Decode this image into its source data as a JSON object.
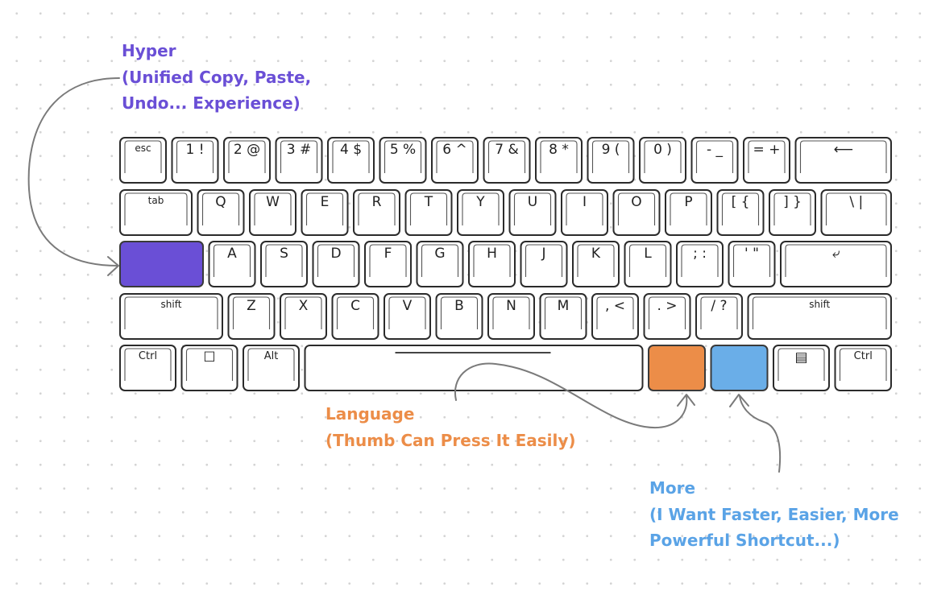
{
  "keyboard": {
    "rows": [
      [
        {
          "id": "esc",
          "label": "esc"
        },
        {
          "id": "1",
          "label": "1 !"
        },
        {
          "id": "2",
          "label": "2 @"
        },
        {
          "id": "3",
          "label": "3 #"
        },
        {
          "id": "4",
          "label": "4 $"
        },
        {
          "id": "5",
          "label": "5 %"
        },
        {
          "id": "6",
          "label": "6 ^"
        },
        {
          "id": "7",
          "label": "7 &"
        },
        {
          "id": "8",
          "label": "8 *"
        },
        {
          "id": "9",
          "label": "9 ("
        },
        {
          "id": "0",
          "label": "0 )"
        },
        {
          "id": "minus",
          "label": "- _"
        },
        {
          "id": "equals",
          "label": "= +"
        },
        {
          "id": "backspace",
          "label": "⟵"
        }
      ],
      [
        {
          "id": "tab",
          "label": "tab"
        },
        {
          "id": "q",
          "label": "Q"
        },
        {
          "id": "w",
          "label": "W"
        },
        {
          "id": "e",
          "label": "E"
        },
        {
          "id": "r",
          "label": "R"
        },
        {
          "id": "t",
          "label": "T"
        },
        {
          "id": "y",
          "label": "Y"
        },
        {
          "id": "u",
          "label": "U"
        },
        {
          "id": "i",
          "label": "I"
        },
        {
          "id": "o",
          "label": "O"
        },
        {
          "id": "p",
          "label": "P"
        },
        {
          "id": "lbracket",
          "label": "[ {"
        },
        {
          "id": "rbracket",
          "label": "] }"
        },
        {
          "id": "backslash",
          "label": "\\ |"
        }
      ],
      [
        {
          "id": "hyper",
          "label": "",
          "highlight": "hyper"
        },
        {
          "id": "a",
          "label": "A"
        },
        {
          "id": "s",
          "label": "S"
        },
        {
          "id": "d",
          "label": "D"
        },
        {
          "id": "f",
          "label": "F"
        },
        {
          "id": "g",
          "label": "G"
        },
        {
          "id": "h",
          "label": "H"
        },
        {
          "id": "j",
          "label": "J"
        },
        {
          "id": "k",
          "label": "K"
        },
        {
          "id": "l",
          "label": "L"
        },
        {
          "id": "semicolon",
          "label": "; :"
        },
        {
          "id": "quote",
          "label": "' \""
        },
        {
          "id": "enter",
          "label": "⤶"
        }
      ],
      [
        {
          "id": "lshift",
          "label": "shift"
        },
        {
          "id": "z",
          "label": "Z"
        },
        {
          "id": "x",
          "label": "X"
        },
        {
          "id": "c",
          "label": "C"
        },
        {
          "id": "v",
          "label": "V"
        },
        {
          "id": "b",
          "label": "B"
        },
        {
          "id": "n",
          "label": "N"
        },
        {
          "id": "m",
          "label": "M"
        },
        {
          "id": "comma",
          "label": ", <"
        },
        {
          "id": "period",
          "label": ". >"
        },
        {
          "id": "slash",
          "label": "/ ?"
        },
        {
          "id": "rshift",
          "label": "shift"
        }
      ],
      [
        {
          "id": "lctrl",
          "label": "Ctrl"
        },
        {
          "id": "win",
          "label": "☐"
        },
        {
          "id": "alt",
          "label": "Alt"
        },
        {
          "id": "space",
          "label": ""
        },
        {
          "id": "language",
          "label": "",
          "highlight": "language"
        },
        {
          "id": "more",
          "label": "",
          "highlight": "more"
        },
        {
          "id": "menu",
          "label": "▤"
        },
        {
          "id": "rctrl",
          "label": "Ctrl"
        }
      ]
    ]
  },
  "annotations": {
    "hyper": {
      "title": "Hyper",
      "lines": [
        "(Unified Copy, Paste,",
        "Undo... Experience)"
      ]
    },
    "language": {
      "title": "Language",
      "lines": [
        "(Thumb Can Press It Easily)"
      ]
    },
    "more": {
      "title": "More",
      "lines": [
        "(I Want Faster, Easier, More",
        "Powerful Shortcut...)"
      ]
    }
  },
  "colors": {
    "hyper": "#6a4fd6",
    "language": "#ec8d48",
    "more": "#6aaee8",
    "key_outline": "#2b2b2b",
    "arrow": "#7a7a7a"
  }
}
